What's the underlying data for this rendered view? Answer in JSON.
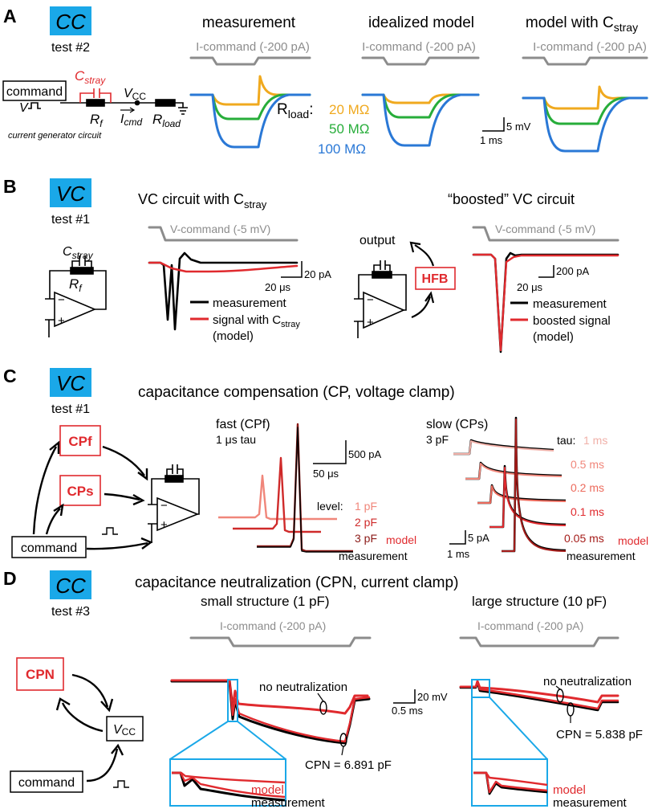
{
  "colors": {
    "black": "#000000",
    "gray": "#8c8c8c",
    "blue": "#2a78d6",
    "orange": "#f0a91e",
    "green": "#27ad3a",
    "red": "#e02a2e",
    "badge": "#1aa8e8",
    "salmon": "#f0867a",
    "dark_red": "#8b1a17",
    "mid_red": "#cf2a2a"
  },
  "panelA": {
    "letter": "A",
    "badge": "CC",
    "test": "test #2",
    "command": "command",
    "v_label": "V",
    "c_stray": "C",
    "c_stray_sub": "stray",
    "vcc": "V",
    "vcc_sub": "CC",
    "rf": "R",
    "rf_sub": "f",
    "icmd": "I",
    "icmd_sub": "cmd",
    "rload": "R",
    "rload_sub": "load",
    "circuit_caption": "current generator circuit",
    "col1_title": "measurement",
    "col2_title": "idealized model",
    "col3_title": "model with C",
    "col3_title_sub": "stray",
    "icommand": "I-command (-200 pA)",
    "rload_legend": "R",
    "rload_legend_sub": "load",
    "rload_legend_colon": ":",
    "r20": "20 MΩ",
    "r50": "50 MΩ",
    "r100": "100 MΩ",
    "scale_v": "5 mV",
    "scale_t": "1 ms"
  },
  "panelB": {
    "letter": "B",
    "badge": "VC",
    "test": "test #1",
    "c_stray": "C",
    "c_stray_sub": "stray",
    "rf": "R",
    "rf_sub": "f",
    "minus": "−",
    "plus": "+",
    "title1": "VC circuit with C",
    "title1_sub": "stray",
    "title2": "“boosted” VC circuit",
    "vcommand": "V-command (-5 mV)",
    "scale1_i": "20 pA",
    "scale1_t": "20 μs",
    "legend_meas": "measurement",
    "legend_model1_a": "signal with C",
    "legend_model1_sub": "stray",
    "legend_model1_b": "(model)",
    "output": "output",
    "hfb": "HFB",
    "scale2_i": "200 pA",
    "scale2_t": "20 μs",
    "legend_model2_a": "boosted signal",
    "legend_model2_b": "(model)"
  },
  "panelC": {
    "letter": "C",
    "badge": "VC",
    "test": "test #1",
    "title": "capacitance compensation (CP, voltage clamp)",
    "cpf": "CPf",
    "cps": "CPs",
    "command": "command",
    "minus": "−",
    "plus": "+",
    "fast_title": "fast (CPf)",
    "fast_tau": "1 μs tau",
    "scale_fast_i": "500 pA",
    "scale_fast_t": "50 μs",
    "level": "level:",
    "levels": [
      "1 pF",
      "2 pF",
      "3 pF"
    ],
    "model": "model",
    "measurement": "measurement",
    "slow_title": "slow (CPs)",
    "slow_cap": "3 pF",
    "tau_label": "tau:",
    "taus": [
      "1 ms",
      "0.5 ms",
      "0.2 ms",
      "0.1 ms",
      "0.05 ms"
    ],
    "scale_slow_i": "5 pA",
    "scale_slow_t": "1 ms"
  },
  "panelD": {
    "letter": "D",
    "badge": "CC",
    "test": "test #3",
    "title": "capacitance neutralization (CPN, current clamp)",
    "cpn": "CPN",
    "vcc": "V",
    "vcc_sub": "CC",
    "command": "command",
    "small_title": "small structure (1 pF)",
    "large_title": "large structure (10 pF)",
    "icommand": "I-command (-200 pA)",
    "no_neutral": "no neutralization",
    "cpn_small": "CPN = 6.891 pF",
    "cpn_large": "CPN = 5.838 pF",
    "scale_v": "20 mV",
    "scale_t": "0.5 ms",
    "model": "model",
    "measurement": "measurement"
  }
}
